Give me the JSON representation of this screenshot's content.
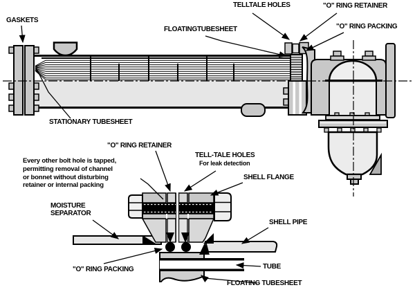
{
  "figure": {
    "description": "Shell and tube heat exchanger with floating tubesheet - sectional side view and packed floating head detail",
    "colors": {
      "background": "#ffffff",
      "line": "#000000",
      "metal_gray": "#c8c8c8",
      "mid_gray": "#d8d8d8",
      "light_gray": "#e6e6e6",
      "dome_gray": "#efefef",
      "black_fill": "#000000"
    }
  },
  "top_view": {
    "gaskets": "GASKETS",
    "telltale_holes": "TELLTALE HOLES",
    "o_ring_retainer": "\"O\" RING RETAINER",
    "floating_tubesheet": "FLOATINGTUBESHEET",
    "o_ring_packing": "\"O\" RING PACKING",
    "stationary_tubesheet": "STATIONARY TUBESHEET"
  },
  "detail_view": {
    "o_ring_retainer": "\"O\" RING RETAINER",
    "tell_tale_holes": "TELL-TALE HOLES",
    "tell_tale_holes_sub": "For leak detection",
    "note_lines": [
      "Every other bolt hole is tapped,",
      "permitting removal of channel",
      "or bonnet without disturbing",
      "retainer or internal packing"
    ],
    "moisture_separator_line1": "MOISTURE",
    "moisture_separator_line2": "SEPARATOR",
    "shell_flange": "SHELL FLANGE",
    "shell_pipe": "SHELL PIPE",
    "o_ring_packing": "\"O\" RING PACKING",
    "tube": "TUBE",
    "floating_tubesheet": "FLOATING TUBESHEET"
  }
}
